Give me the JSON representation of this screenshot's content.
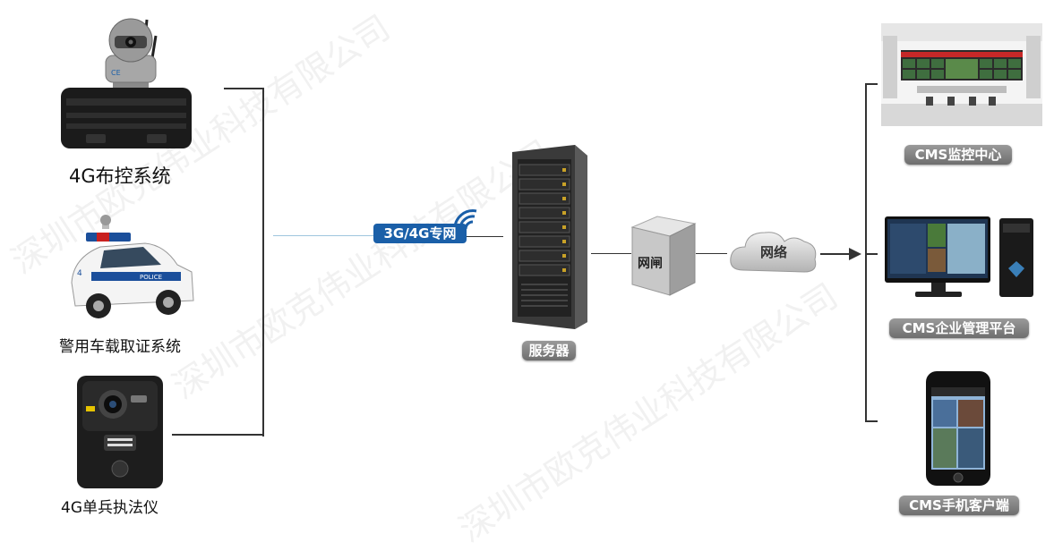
{
  "devices": {
    "surveillance_kit": "4G布控系统",
    "police_car": "警用车载取证系统",
    "body_camera": "4G单兵执法仪"
  },
  "network": {
    "wireless_label": "3G/4G专网",
    "server_label": "服务器",
    "gateway_label": "网闸",
    "cloud_label": "网络"
  },
  "clients": {
    "monitoring_center": "CMS监控中心",
    "enterprise_platform": "CMS企业管理平台",
    "mobile_client": "CMS手机客户端"
  },
  "car_decal": {
    "police": "POLICE",
    "number": "4"
  },
  "watermark": "深圳市欧克伟业科技有限公司",
  "colors": {
    "network_badge": "#1a5fa8",
    "pill": "#7d7d7d",
    "line": "#333333"
  }
}
